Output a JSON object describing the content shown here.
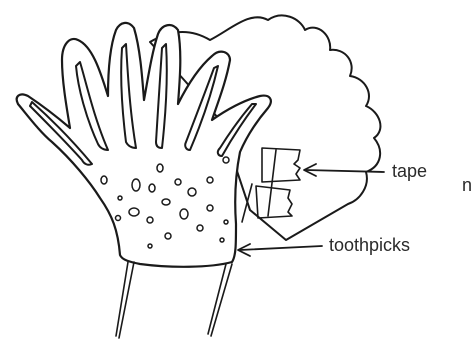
{
  "labels": {
    "partial": "n",
    "tape": "tape",
    "toothpicks": "toothpicks"
  },
  "colors": {
    "ink": "#1a1a1a",
    "background": "#ffffff"
  }
}
